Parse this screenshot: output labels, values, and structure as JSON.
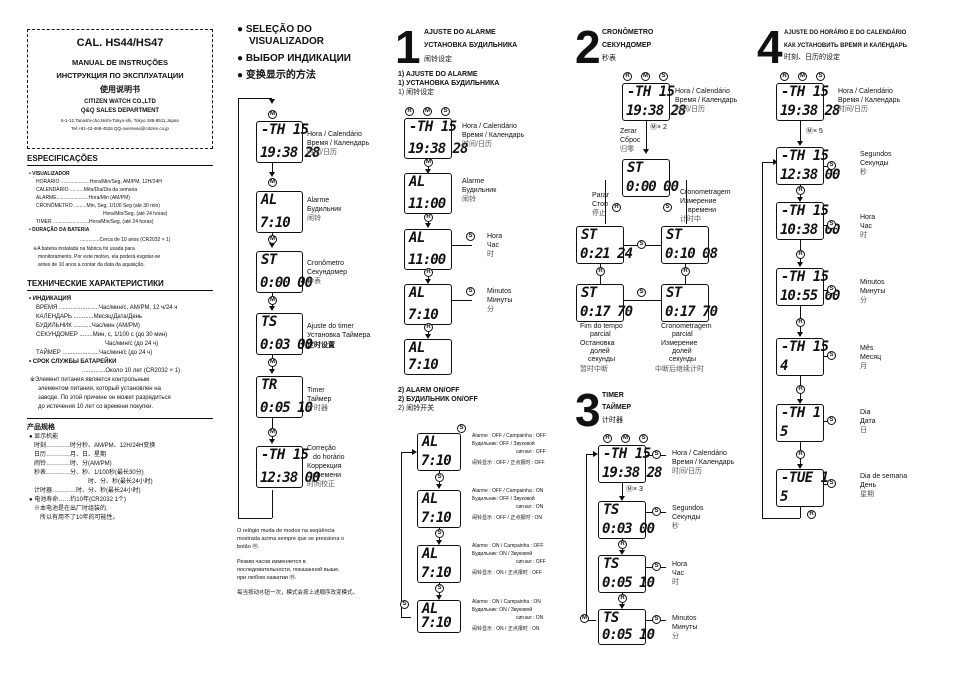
{
  "header": {
    "model": "CAL. HS44/HS47",
    "title_pt": "MANUAL DE INSTRUÇÕES",
    "title_ru": "ИНСТРУКЦИЯ ПО ЭКСПЛУАТАЦИИ",
    "title_cn": "使用说明书",
    "company": "CITIZEN WATCH CO.,LTD",
    "dept": "Q&Q SALES DEPARTMENT",
    "address": "6-1-12,Tanashi-cho,Nishi-Tokyo-shi, Tokyo 188-8511,Japan",
    "contact": "Tel:+81-42-468-4526 QQ-overseas@citizen.co.jp"
  },
  "spec_pt": {
    "heading": "ESPECIFICAÇÕES",
    "l1": "• VISUALIZADOR",
    "l2": "HORÁRIO .....................Hora/Min/Seg, AM/PM, 12H/24H",
    "l3": "CALENDÁRIO ..........Mês/Dia/Dia da semana",
    "l4": "ALARME.......................Hora/Min (AM/PM)",
    "l5": "CRONÔMETRO .........Min, Seg, 1/100 Seg (até 30 min)",
    "l6": "Hora/Min/Seg, (até 24 horas)",
    "l7": "TIMER ..........................Hora/Min/Seg, (até 24 horas)",
    "l8": "• DURAÇÃO DA BATERIA",
    "l9": "..............Cerca de 10 anos (CR2032 × 1)",
    "l10": "※A bateria instalada na fábrica foi usada para",
    "l11": "monitoramento. Por este motivo, ela poderá esgotar-se",
    "l12": "antes de 10 anos a contar da data da aquisição."
  },
  "spec_ru": {
    "heading": "ТЕХНИЧЕСКИЕ ХАРАКТЕРИСТИКИ",
    "l1": "• ИНДИКАЦИЯ",
    "l2": "ВРЕМЯ ........................Час/мин/с, AM/PM, 12 ч/24 ч",
    "l3": "КАЛЕНДАРЬ ............Месяц/Дата/День",
    "l4": "БУДИЛЬНИК ...........Час/мин (AM/PM)",
    "l5": "СЕКУНДОМЕР ........Мин, с, 1/100 с (до 30 мин)",
    "l6": "Час/мин/с (до 24 ч)",
    "l7": "ТАЙМЕР ......................Час/мин/с (до 24 ч)",
    "l8": "• СРОК СЛУЖБЫ БАТАРЕЙКИ",
    "l9": "..............Около 10 лет (CR2032 × 1)",
    "l10": "※Элемент питания является контрольным",
    "l11": "элементом питания, который установлен на",
    "l12": "заводе. По этой причине он может разрядиться",
    "l13": "до истечения 10 лет со времени покупки."
  },
  "spec_cn": {
    "heading": "产品规格",
    "l1": "● 显示机能",
    "l2": "时刻…………时分秒、AM/PM、12H/24H变换",
    "l3": "日历…………月、日、星期",
    "l4": "闹铃…………时、分(AM/PM)",
    "l5": "秒表…………分、秒、1/100秒(最长30分)",
    "l6": "时、分、秒(最长24小时)",
    "l7": "计时器…………时、分、秒(最长24小时)",
    "l8": "● 电池寿命……约10年(CR2032 1个)",
    "l9": "※本电池是在出厂时组装的,",
    "l10": "所以有用不了10年的可能性。"
  },
  "mode": {
    "h_pt": "● SELEÇÃO DO",
    "h_pt2": "VISUALIZADOR",
    "h_ru": "● ВЫБОР ИНДИКАЦИИ",
    "h_cn": "● 变换显示的方法",
    "screens": [
      {
        "top": "-TH 15",
        "bot": "19:38 28",
        "l1": "Hora / Calendário",
        "l2": "Время / Календарь",
        "l3": "时间/日历"
      },
      {
        "top": "AL",
        "bot": "7:10",
        "l1": "Alarme",
        "l2": "Будильник",
        "l3": "闹铃"
      },
      {
        "top": "ST",
        "bot": "0:00 00",
        "l1": "Cronômetro",
        "l2": "Секундомер",
        "l3": "秒表"
      },
      {
        "top": "TS",
        "bot": "0:03 00",
        "l1": "Ajuste do timer",
        "l2": "Установка Таймера",
        "l3": "定时设置"
      },
      {
        "top": "TR",
        "bot": "0:05 10",
        "l1": "Timer",
        "l2": "Таймер",
        "l3": "计时器"
      },
      {
        "top": "-TH 15",
        "bot": "12:38 00",
        "l1": "Correção",
        "l2": "do horário",
        "l3": "Коррекция",
        "l4": "времени",
        "l5": "时间校正"
      }
    ],
    "note_pt1": "O relógio muda de modos na seqüência",
    "note_pt2": "mostrada acima sempre que se pressiona o",
    "note_pt3": "botão Ⓜ.",
    "note_ru1": "Режим часов изменяется в",
    "note_ru2": "последовательности, показанной выше,",
    "note_ru3": "при любом нажатии Ⓜ.",
    "note_cn": "每当按动Ⓜ钮一次，模式会按上述顺序改变模式。"
  },
  "alarm": {
    "num": "1",
    "h_pt": "AJUSTE DO ALARME",
    "h_ru": "УСТАНОВКА БУДИЛЬНИКА",
    "h_cn": "闹铃设定",
    "sub1": "1) AJUSTE DO ALARME",
    "sub2": "1) УСТАНОВКА БУДИЛЬНИКА",
    "sub3": "1) 闹铃设定",
    "screens": [
      {
        "top": "-TH 15",
        "bot": "19:38 28",
        "l1": "Hora / Calendário",
        "l2": "Время / Календарь",
        "l3": "时间/日历"
      },
      {
        "top": "AL",
        "bot": "11:00",
        "l1": "Alarme",
        "l2": "Будильник",
        "l3": "闹铃"
      },
      {
        "top": "AL",
        "bot": "11:00",
        "l1": "Hora",
        "l2": "Час",
        "l3": "时"
      },
      {
        "top": "AL",
        "bot": "7:10",
        "l1": "Minutos",
        "l2": "Минуты",
        "l3": "分"
      },
      {
        "top": "AL",
        "bot": "7:10"
      }
    ],
    "onoff1": "2) ALARM ON/OFF",
    "onoff2": "2) БУДИЛЬНИК ON/OFF",
    "onoff3": "2) 闹铃开关",
    "states": [
      {
        "a": "Alarme : OFF / Campainha : OFF",
        "b": "Будильник: OFF / Звуковой",
        "c": "сигнал : OFF",
        "d": "闹铃显示 : OFF / 正点报时 : OFF"
      },
      {
        "a": "Alarme : OFF / Campainha : ON",
        "b": "Будильник: OFF / Звуковой",
        "c": "сигнал : ON",
        "d": "闹铃显示 : OFF / 正点报时 : ON"
      },
      {
        "a": "Alarme : ON / Campainha : OFF",
        "b": "Будильник: ON / Звуковой",
        "c": "сигнал : OFF",
        "d": "闹铃显示 : ON / 正点报时 : OFF"
      },
      {
        "a": "Alarme : ON / Campainha : ON",
        "b": "Будильник: ON / Звуковой",
        "c": "сигнал : ON",
        "d": "闹铃显示 : ON / 正点报时 : ON"
      }
    ]
  },
  "chrono": {
    "num": "2",
    "h_pt": "CRONÔMETRO",
    "h_ru": "СЕКУНДОМЕР",
    "h_cn": "秒表",
    "hora1": "Hora / Calendário",
    "hora2": "Время / Календарь",
    "hora3": "时间/日历",
    "times2": "Ⓜ× 2",
    "zerar1": "Zerar",
    "zerar2": "Сброс",
    "zerar3": "归零",
    "parar1": "Parar",
    "parar2": "Стоп",
    "parar3": "停止",
    "crono1": "Cronometragem",
    "crono2": "Измерение",
    "crono3": "времени",
    "crono4": "计时中",
    "fim1": "Fim do tempo",
    "fim2": "parcial",
    "fim3": "Остановка",
    "fim4": "долей",
    "fim5": "секунды",
    "fim6": "暂时中断",
    "par1": "Cronometragem",
    "par2": "parcial",
    "par3": "Измерение",
    "par4": "долей",
    "par5": "секунды",
    "par6": "中断后继续计时",
    "d_top": "-TH 15",
    "d_bot": "19:38 28",
    "d1_top": "ST",
    "d1_bot": "0:00 00",
    "d2_top": "ST",
    "d2_bot": "0:21 24",
    "d3_top": "ST",
    "d3_bot": "0:10 08",
    "d4_top": "ST",
    "d4_bot": "0:17 70",
    "d5_top": "ST",
    "d5_bot": "0:17 70"
  },
  "timer": {
    "num": "3",
    "h_pt": "TIMER",
    "h_ru": "ТАЙМЕР",
    "h_cn": "计时器",
    "times3": "Ⓜ× 3",
    "screens": [
      {
        "top": "-TH 15",
        "bot": "19:38 28",
        "l1": "Hora / Calendário",
        "l2": "Время / Календарь",
        "l3": "时间/日历"
      },
      {
        "top": "TS",
        "bot": "0:03 00",
        "l1": "Segundos",
        "l2": "Секунды",
        "l3": "秒"
      },
      {
        "top": "TS",
        "bot": "0:05 10",
        "l1": "Hora",
        "l2": "Час",
        "l3": "时"
      },
      {
        "top": "TS",
        "bot": "0:05 10",
        "l1": "Minutos",
        "l2": "Минуты",
        "l3": "分"
      }
    ]
  },
  "clock": {
    "num": "4",
    "h_pt": "AJUSTE DO HORÁRIO E DO CALENDÁRIO",
    "h_ru": "КАК УСТАНОВИТЬ ВРЕМЯ И КАЛЕНДАРЬ",
    "h_cn": "时刻、日历的设定",
    "times5": "Ⓜ× 5",
    "screens": [
      {
        "top": "-TH 15",
        "bot": "19:38 28",
        "l1": "Hora / Calendário",
        "l2": "Время / Календарь",
        "l3": "时间/日历"
      },
      {
        "top": "-TH 15",
        "bot": "12:38 00",
        "l1": "Segundos",
        "l2": "Секунды",
        "l3": "秒"
      },
      {
        "top": "-TH 15",
        "bot": "10:38 00",
        "l1": "Hora",
        "l2": "Час",
        "l3": "时"
      },
      {
        "top": "-TH 15",
        "bot": "10:55 00",
        "l1": "Minutos",
        "l2": "Минуты",
        "l3": "分"
      },
      {
        "top": "-TH 15",
        "bot": "4",
        "l1": "Mês",
        "l2": "Месяц",
        "l3": "月"
      },
      {
        "top": "-TH 1",
        "bot": "5",
        "l1": "Dia",
        "l2": "Дата",
        "l3": "日"
      },
      {
        "top": "-TUE 1",
        "bot": "5",
        "l1": "Dia de semana",
        "l2": "День",
        "l3": "星期"
      }
    ]
  }
}
